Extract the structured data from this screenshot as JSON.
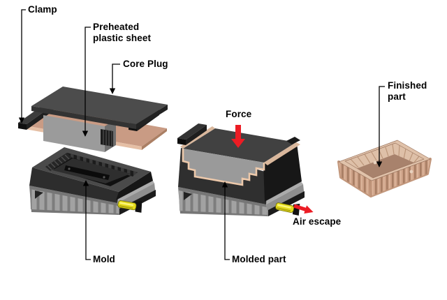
{
  "diagram": {
    "kind": "molding-process-illustration",
    "labels": {
      "clamp": "Clamp",
      "preheated_plastic_sheet": "Preheated\nplastic sheet",
      "core_plug": "Core Plug",
      "force": "Force",
      "finished_part": "Finished\npart",
      "air_escape": "Air escape",
      "mold": "Mold",
      "molded_part": "Molded part"
    },
    "colors": {
      "background": "#ffffff",
      "label_text": "#000000",
      "arrow_red": "#ec1c24",
      "nozzle_yellow": "#e6dc1e",
      "plastic_sheet_tan": "#c99b84",
      "finished_part_tan": "#cda187",
      "mold_dark": "#2e2e2e",
      "base_gray": "#7d7d7d"
    }
  }
}
